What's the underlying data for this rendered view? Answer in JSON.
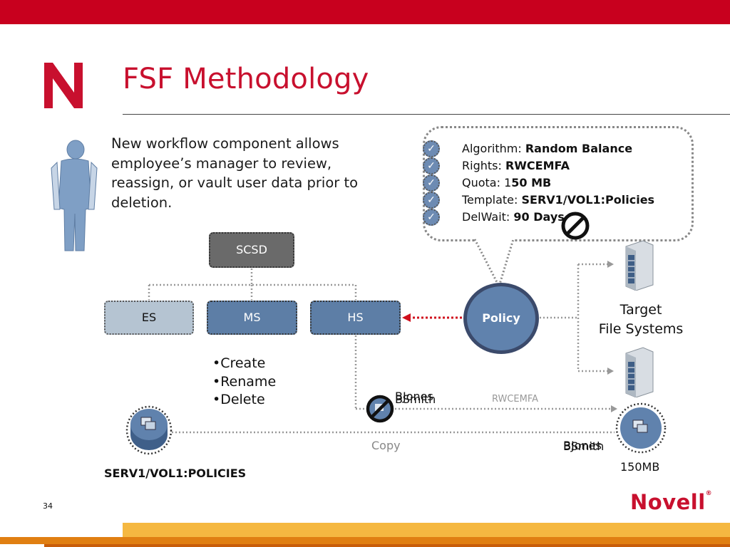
{
  "slide": {
    "title": "FSF Methodology",
    "intro": "New workflow component allows employee’s manager to review, reassign, or vault user data prior to deletion.",
    "page_number": "34",
    "brand": "Novell",
    "brand_mark": "®"
  },
  "policy_attrs": [
    {
      "key": "Algorithm: ",
      "value": "Random Balance"
    },
    {
      "key": "Rights: ",
      "value": "RWCEMFA"
    },
    {
      "key": "Quota: 1",
      "value": "50 MB"
    },
    {
      "key": "Template: ",
      "value": "SERV1/VOL1:Policies"
    },
    {
      "key": "DelWait: ",
      "value": "90 Days"
    }
  ],
  "nodes": {
    "scsd": "SCSD",
    "es": "ES",
    "ms": "MS",
    "hs": "HS",
    "policy": "Policy"
  },
  "target": {
    "line1": "Target",
    "line2": "File Systems"
  },
  "actions": [
    "•Create",
    "•Rename",
    "•Delete"
  ],
  "labels": {
    "rights": "RWCEMFA",
    "copy": "Copy",
    "source_volume": "SERV1/VOL1:POLICIES",
    "quota": "150MB",
    "user_a": "BJones",
    "user_b": "BSmith"
  },
  "colors": {
    "brand_red": "#c8102e",
    "node_blue": "#5d7ea6",
    "band_gold": "#f5b841",
    "band_orange": "#e07f12"
  }
}
